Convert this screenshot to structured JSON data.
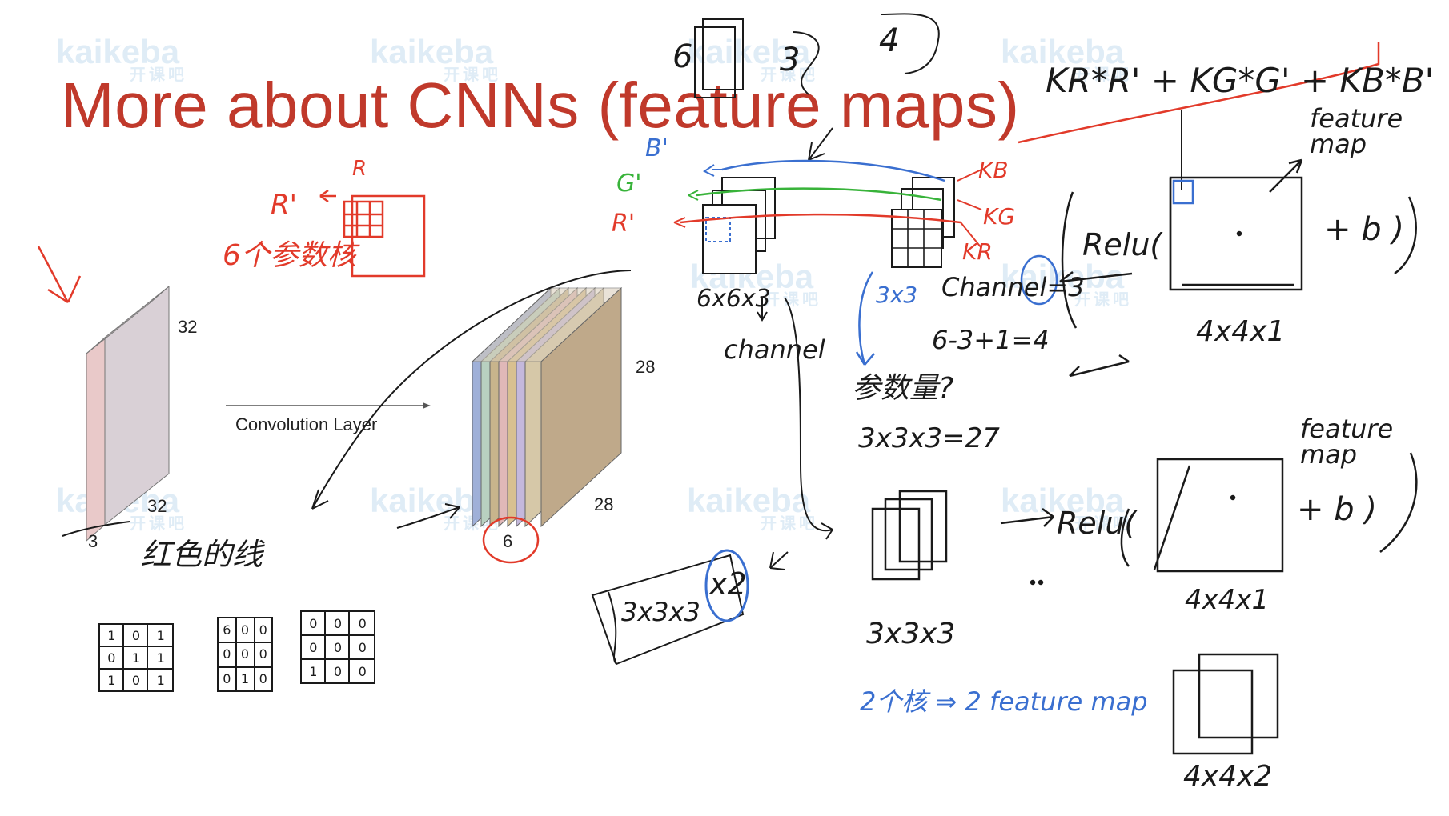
{
  "slide": {
    "title": "More about CNNs (feature maps)",
    "watermark": {
      "brand": "kaikeba",
      "sub": "开课吧"
    }
  },
  "diagram": {
    "input_block": {
      "height_label": "32",
      "width_label": "32",
      "depth_label": "3"
    },
    "arrow_label": "Convolution Layer",
    "output_block": {
      "height_label": "28",
      "width_label": "28",
      "depth_label": "6"
    }
  },
  "annotations": {
    "r_label": "R",
    "r_prime": "R'",
    "six_kernels": "6个参数核",
    "red_line": "红色的线",
    "dims_6": "6",
    "dims_3": "3",
    "dims_4": "4",
    "b_prime": "B'",
    "g_prime": "G'",
    "r_prime_2": "R'",
    "kb": "KB",
    "kg": "KG",
    "kr": "KR",
    "input_dims": "6x6x3",
    "channel": "channel",
    "kernel_3x3": "3x3",
    "channel_eq": "Channel=3",
    "size_calc": "6-3+1=4",
    "param_q": "参数量?",
    "param_calc": "3x3x3=27",
    "formula": "KR*R' + KG*G' + KB*B'",
    "feature_map_1": "feature map",
    "relu_1": "Relu(",
    "plus_b_1": "+ b )",
    "fm_dims_1": "4x4x1",
    "kernel_dims_2": "3x3x3",
    "times_2": "x2",
    "kernel_dims_3": "3x3x3",
    "relu_2": "Relu(",
    "plus_b_2": "+ b )",
    "feature_map_2": "feature map",
    "fm_dims_2": "4x4x1",
    "two_kernels": "2个核 ⇒ 2 feature map",
    "fm_dims_3": "4x4x2",
    "grid_1": [
      "1",
      "0",
      "1",
      "0",
      "1",
      "1",
      "1",
      "0",
      "1"
    ],
    "grid_2": [
      "6",
      "0",
      "0",
      "0",
      "0",
      "0",
      "0",
      "1",
      "0"
    ],
    "grid_3": [
      "0",
      "0",
      "0",
      "0",
      "0",
      "0",
      "1",
      "0",
      "0"
    ]
  },
  "colors": {
    "title": "#c0392b",
    "ink_red": "#e23a2a",
    "ink_blue": "#3a6fd0",
    "ink_green": "#38b33a",
    "ink_black": "#1a1a1a",
    "layer_colors": [
      "#9fb0d8",
      "#c8b48c",
      "#b8d0c0",
      "#e0b8b8",
      "#d8c090",
      "#c4b8dc",
      "#bfa98a"
    ]
  }
}
